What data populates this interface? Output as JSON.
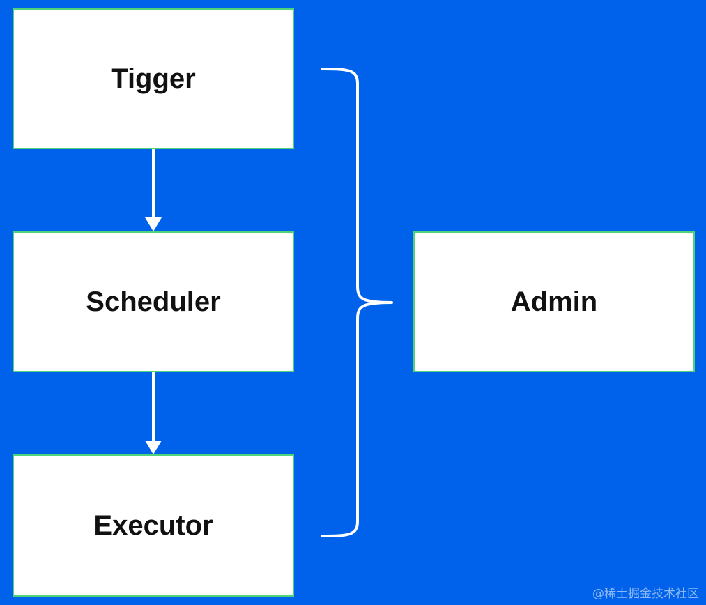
{
  "diagram": {
    "nodes": {
      "tigger": "Tigger",
      "scheduler": "Scheduler",
      "executor": "Executor",
      "admin": "Admin"
    },
    "edges": [
      {
        "from": "Tigger",
        "to": "Scheduler"
      },
      {
        "from": "Scheduler",
        "to": "Executor"
      }
    ],
    "grouping": {
      "members": [
        "Tigger",
        "Scheduler",
        "Executor"
      ],
      "group_to": "Admin"
    }
  },
  "colors": {
    "background": "#0062ea",
    "box_fill": "#ffffff",
    "box_border": "#4fd37a",
    "connector": "#ffffff",
    "text": "#111111"
  },
  "watermark": "@稀土掘金技术社区"
}
